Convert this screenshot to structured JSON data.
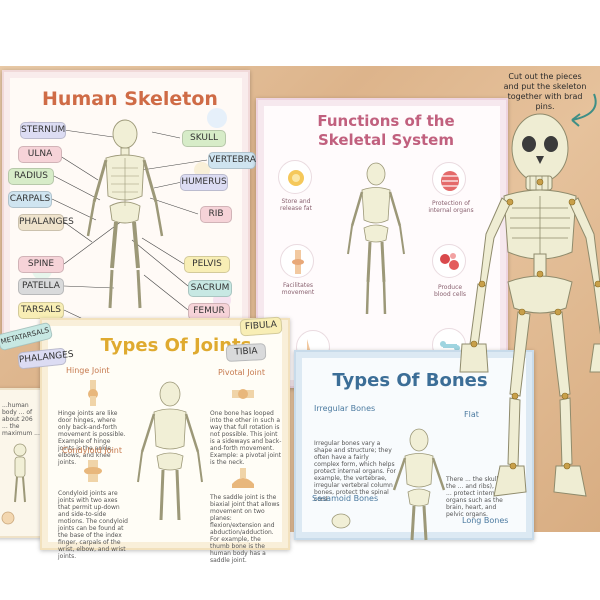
{
  "posters": {
    "human": {
      "title": "Human Skeleton",
      "labels": {
        "sternum": "STERNUM",
        "skull": "SKULL",
        "ulna": "ULNA",
        "vertebra": "VERTEBRA",
        "radius": "RADIUS",
        "humerus": "HUMERUS",
        "carpals": "CARPALS",
        "rib": "RIB",
        "phalanges": "PHALANGES",
        "spine": "SPINE",
        "pelvis": "PELVIS",
        "patella": "PATELLA",
        "sacrum": "SACRUM",
        "tarsals": "TARSALS",
        "femur": "FEMUR"
      }
    },
    "functions": {
      "title_line1": "Functions of the",
      "title_line2": "Skeletal System",
      "items": {
        "store": "Store and\nrelease fat",
        "protection": "Protection of\ninternal organs",
        "movement": "Facilitates\nmovement",
        "blood": "Produce\nblood cells"
      }
    },
    "joints": {
      "title": "Types Of Joints",
      "loose_labels": {
        "fibula": "FIBULA",
        "tibia": "TIBIA",
        "metatarsals": "METATARSALS",
        "phalanges": "PHALANGES"
      },
      "hinge": {
        "heading": "Hinge Joint",
        "text": "Hinge joints are like door hinges, where only back-and-forth movement is possible. Example of hinge joints is the ankle, elbows, and knee joints."
      },
      "pivotal": {
        "heading": "Pivotal Joint",
        "text": "One bone has looped into the other in such a way that full rotation is not possible. This joint is a sideways and back-and-forth movement. Example: a pivotal joint is the neck."
      },
      "condyloid": {
        "heading": "Condyloid Joint",
        "text": "Condyloid joints are joints with two axes that permit up-down and side-to-side motions. The condyloid joints can be found at the base of the index finger, carpals of the wrist, elbow, and wrist joints."
      },
      "saddle": {
        "text": "The saddle joint is the biaxial joint that allows movement on two planes: flexion/extension and abduction/adduction. For example, the thumb bone is the human body has a saddle joint."
      }
    },
    "bones": {
      "title": "Types Of Bones",
      "irregular": {
        "heading": "Irregular Bones",
        "text": "Irregular bones vary a shape and structure; they often have a fairly complex form, which helps protect internal organs. For example, the vertebrae, irregular vertebral column bones, protect the spinal cord."
      },
      "sesamoid": {
        "heading": "Sesamoid Bones"
      },
      "flat": {
        "heading": "Flat"
      },
      "long": {
        "heading": "Long Bones"
      },
      "flat_text": "There ... the skull, the ... and ribs), and ... protect internal organs such as the brain, heart, and pelvic organs."
    },
    "small": {
      "text": "...human body ... of about 206 ... the maximum ..."
    }
  },
  "instruction": {
    "text": "Cut out the pieces and put the skeleton together with brad pins."
  },
  "colors": {
    "human_title": "#cf6b46",
    "functions_title": "#c1607e",
    "joints_title": "#dfaa2f",
    "bones_title": "#3c6e97",
    "bone_fill": "#f1efd6",
    "bone_stroke": "#9c9878",
    "wood": "#ddb48b"
  }
}
